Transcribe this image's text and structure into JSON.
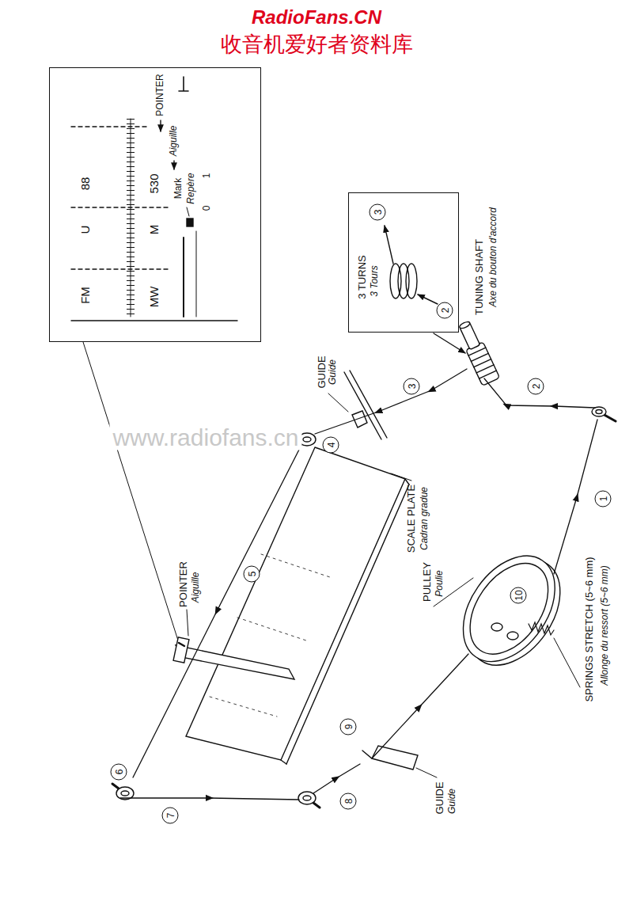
{
  "diagram": {
    "nodes": [
      {
        "text": [
          "Mark",
          "Repère",
          "FM",
          "U",
          "88",
          "MW",
          "M",
          "530",
          "POINTER",
          "Aiguille",
          "0",
          "1"
        ]
      },
      {
        "text": [
          "3 TURNS",
          "3 Tours",
          "3",
          "2"
        ]
      }
    ],
    "labels": [
      "RadioFans.CN",
      "收音机爱好者资料库",
      "www.radiofans.cn",
      "GUIDE",
      "Guide",
      "TUNING SHAFT",
      "Axe du bouton d'accord",
      "POINTER",
      "Aiguille",
      "SCALE PLATE",
      "Cadran gradue",
      "PULLEY",
      "Poulie",
      "SPRINGS STRETCH (5~6 mm)",
      "Allonge du ressort (5~6 mm)",
      "GUIDE",
      "Guide",
      "1",
      "2",
      "3",
      "4",
      "5",
      "6",
      "7",
      "8",
      "9",
      "10"
    ]
  }
}
